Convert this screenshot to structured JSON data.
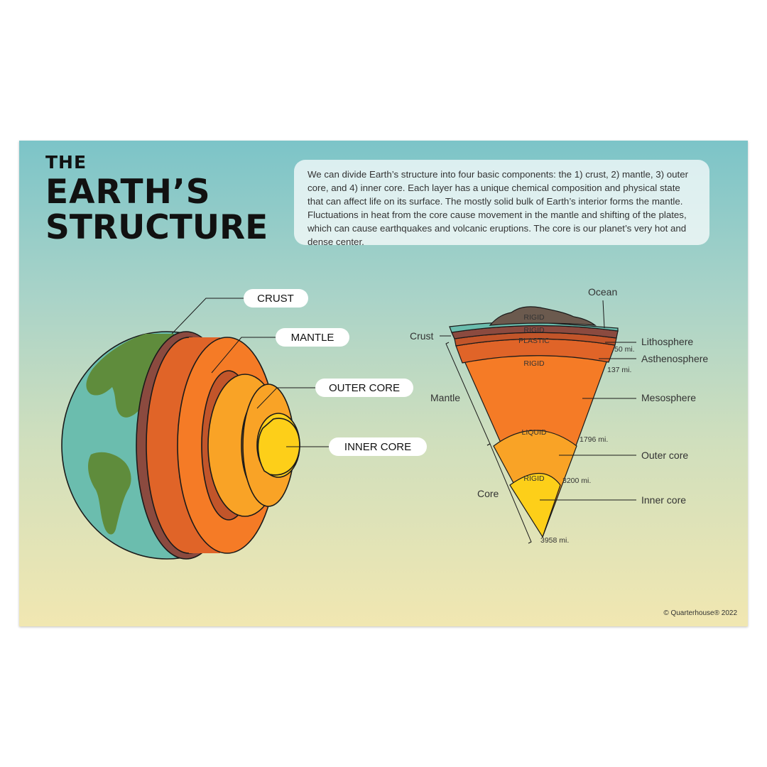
{
  "title": {
    "line1": "THE",
    "line2": "EARTH’S",
    "line3": "STRUCTURE"
  },
  "description": "We can divide Earth’s structure into four basic components: the 1) crust, 2) mantle, 3) outer core, and 4) inner core. Each layer has a unique chemical composition and physical state that can affect life on its surface. The mostly solid bulk of Earth’s interior forms the mantle. Fluctuations in heat from the core cause movement in the mantle and shifting of the plates, which can cause earthquakes and volcanic eruptions. The core is our planet’s very hot and dense center.",
  "globe_labels": {
    "crust": "CRUST",
    "mantle": "MANTLE",
    "outer_core": "OUTER CORE",
    "inner_core": "INNER CORE"
  },
  "wedge": {
    "state_labels": {
      "rigid_top": "RIGID",
      "rigid_lith": "RIGID",
      "plastic": "PLASTIC",
      "rigid_meso": "RIGID",
      "liquid": "LIQUID",
      "rigid_inner": "RIGID"
    },
    "left_labels": {
      "crust": "Crust",
      "mantle": "Mantle",
      "core": "Core"
    },
    "top_label": "Ocean",
    "right_labels": {
      "lithosphere": "Lithosphere",
      "asthenosphere": "Asthenosphere",
      "mesosphere": "Mesosphere",
      "outer_core": "Outer core",
      "inner_core": "Inner core"
    },
    "depths": {
      "d50": "50 mi.",
      "d137": "137 mi.",
      "d1796": "1796 mi.",
      "d3200": "3200 mi.",
      "d3958": "3958 mi."
    }
  },
  "colors": {
    "ocean": "#6bbdae",
    "land": "#5f8c3c",
    "crust": "#8b4a3f",
    "mantle_outer": "#e06428",
    "mantle_inner": "#f57b26",
    "outer_core": "#f9a326",
    "inner_core": "#fdcf19"
  },
  "footer": "© Quarterhouse® 2022"
}
